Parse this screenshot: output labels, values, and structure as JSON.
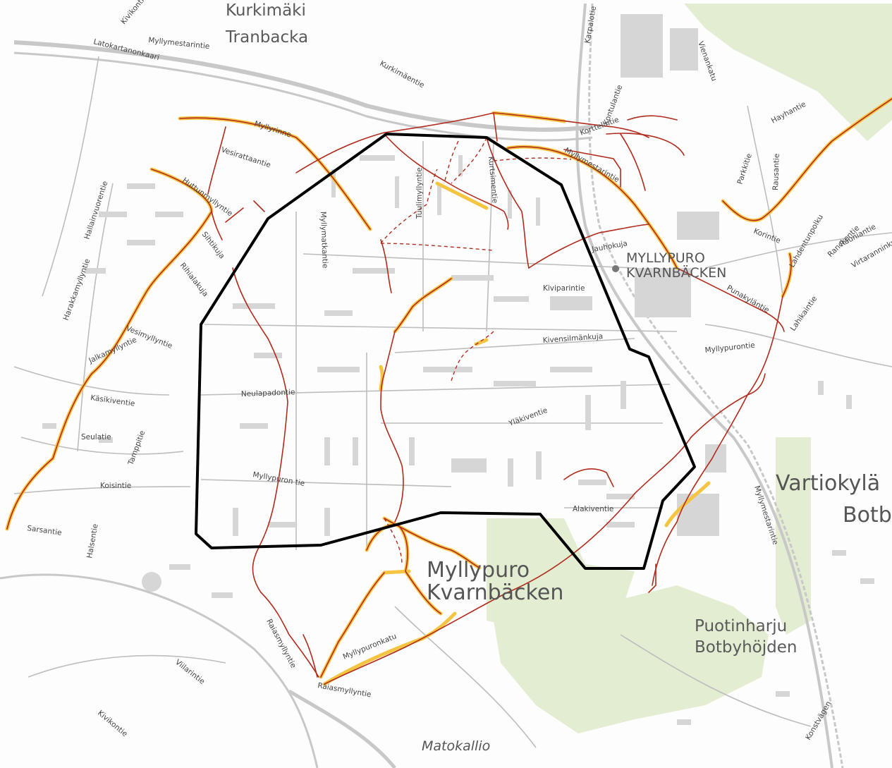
{
  "map": {
    "districts": {
      "kurkimaki": "Kurkimäki",
      "tranbacka": "Tranbacka",
      "myllypuro_upper": "MYLLYPURO",
      "kvarnbacken_upper": "KVARNBÄCKEN",
      "myllypuro": "Myllypuro",
      "kvarnbacken": "Kvarnbäcken",
      "vartiokyla": "Vartiokylä",
      "botby": "Botby",
      "puotinharju": "Puotinharju",
      "botbyhojden": "Botbyhöjden",
      "matokallio": "Matokallio"
    },
    "streets": {
      "s01": "Myllymestarintie",
      "s02": "Latokartanonkaari",
      "s03": "Kivikontie",
      "s04": "Kurkimäentie",
      "s05": "Karpalotie",
      "s06": "Kontulantie",
      "s07": "Vienankatu",
      "s08": "Korttelintie",
      "s09": "Myllymestarintie",
      "s10": "Myllyrinne",
      "s11": "Vesirattaantie",
      "s12": "Huttunmyllyntie",
      "s13": "Myllymatkantie",
      "s14": "Kurtsimentie",
      "s15": "Tuulimyllyntie",
      "s16": "Hallainvuorentie",
      "s17": "Sihtikuja",
      "s18": "Rihialakuja",
      "s19": "Harakkamyllyntie",
      "s20": "Vesimyllyntie",
      "s21": "Jalkamyllyntie",
      "s22": "Käsikiventie",
      "s23": "Seulatie",
      "s24": "Tamppitie",
      "s25": "Koisintie",
      "s26": "Sarsantie",
      "s27": "Halsentie",
      "s28": "Neulapadontie",
      "s29": "Myllypuron tie",
      "s30": "Jauhokuja",
      "s31": "Kiviparintie",
      "s32": "Kivensilmänkuja",
      "s33": "Yläkiventie",
      "s34": "Alakiventie",
      "s35": "Myllypurontie",
      "s36": "Lahikaintie",
      "s37": "Punakyläntie",
      "s38": "Myllymestarintie",
      "s39": "Parkkitie",
      "s40": "Rausantie",
      "s41": "Hayhantie",
      "s42": "Korintie",
      "s43": "Lahdentunpolku",
      "s44": "Rauniantie",
      "s45": "Ranckentie",
      "s46": "Virtaranninkuja",
      "s47": "Raiasmyllyntie",
      "s48": "Viilarintie",
      "s49": "Myllypuronkatu",
      "s50": "Raiasmyllyntie",
      "s51": "Kivikontie",
      "s52": "Konstvägen"
    }
  }
}
